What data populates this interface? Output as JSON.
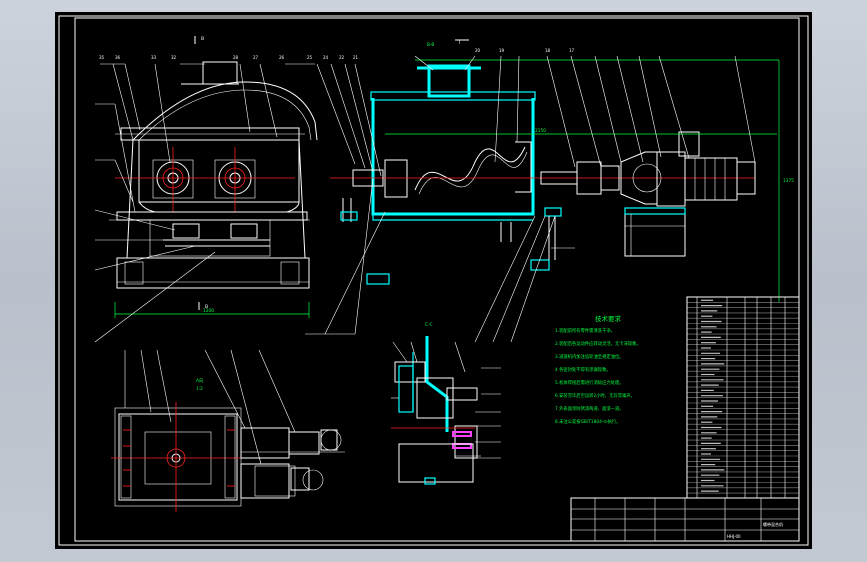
{
  "drawing": {
    "views": {
      "front_section_label": "B-B",
      "top_view_label": "A向",
      "top_view_scale": "1:2",
      "detail_label": "C-C",
      "top_marker_left": "B",
      "top_marker_right": "I",
      "bottom_marker": "B"
    },
    "dimensions": {
      "main_length": "2150",
      "side_height": "1375",
      "left_width": "1200"
    },
    "tech_requirements": {
      "title": "技术要求",
      "lines": [
        "1.装配前所有零件需清洗干净。",
        "2.装配后各运动件应转动灵活，无卡滞现象。",
        "3.减速机内加注齿轮油至规定油位。",
        "4.各密封处不得有渗漏现象。",
        "5.机体焊接后需进行消除应力处理。",
        "6.安装完毕后空运转2小时，无异常噪声。",
        "7.外表面涂防锈漆两道、面漆一道。",
        "8.未注公差按GB/T1804-m执行。"
      ]
    },
    "left_callouts": [
      "35",
      "36",
      "33",
      "32",
      "28",
      "27",
      "26"
    ],
    "right_callouts": [
      "25",
      "24",
      "22",
      "21",
      "20",
      "19",
      "18",
      "17"
    ],
    "title_block": {
      "name": "螺带混合机",
      "drawing_no": "HHJ-00"
    }
  }
}
